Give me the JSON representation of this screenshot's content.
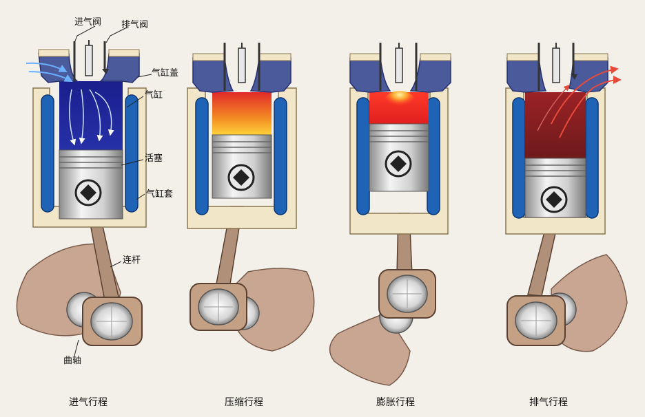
{
  "labels": {
    "intake_valve": "进气阀",
    "exhaust_valve": "排气阀",
    "cylinder_head": "气缸盖",
    "cylinder": "气缸",
    "piston": "活塞",
    "cylinder_liner": "气缸套",
    "connecting_rod": "连杆",
    "crankshaft": "曲轴"
  },
  "strokes": [
    {
      "caption": "进气行程",
      "chamber_color": "#1c2496"
    },
    {
      "caption": "压缩行程",
      "chamber_color": "#e8452a"
    },
    {
      "caption": "膨胀行程",
      "chamber_color": "#e23a2a"
    },
    {
      "caption": "排气行程",
      "chamber_color": "#8a1d20"
    }
  ],
  "colors": {
    "housing": "#f2e6c8",
    "housing_edge": "#8a7550",
    "coolant": "#1e63b5",
    "head_blue": "#4a5a9a",
    "piston": "#d8d8d8",
    "crank_web": "#c9a692",
    "crank_edge": "#7a5a4a",
    "rod": "#b09078",
    "arrow_blue": "#5aa0f0",
    "arrow_red": "#e84a3a"
  }
}
